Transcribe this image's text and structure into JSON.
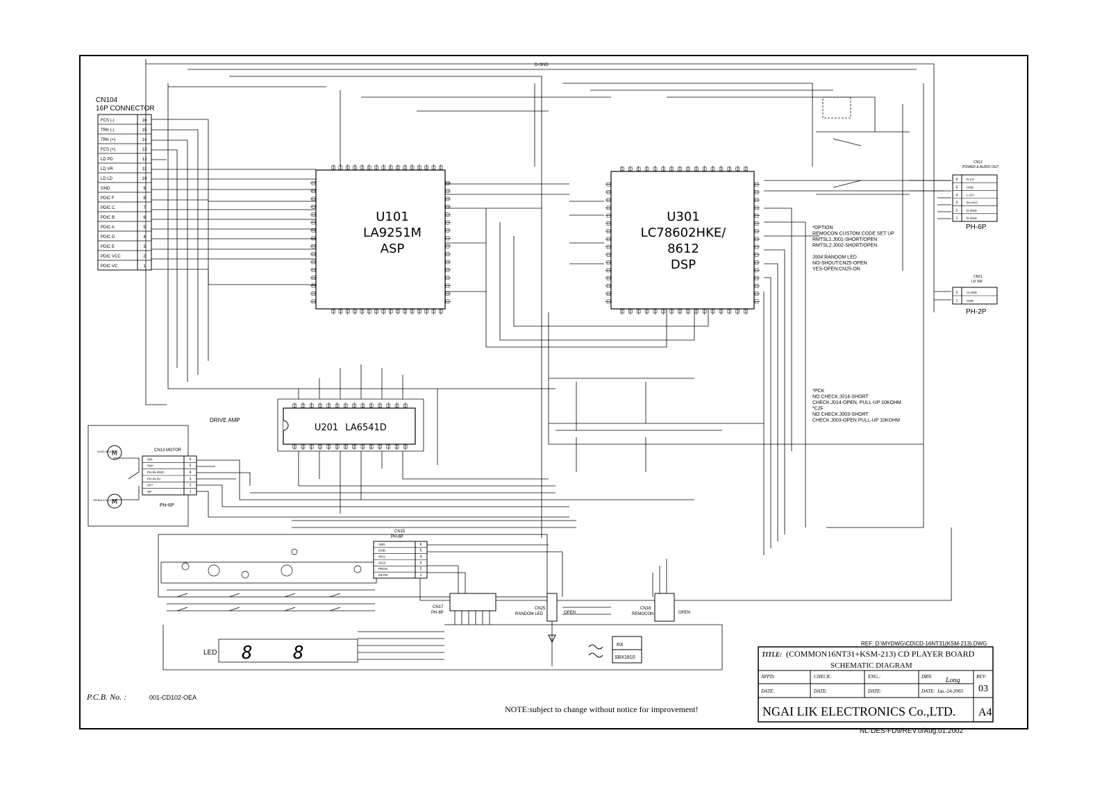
{
  "cn104": {
    "title": "CN104",
    "subtitle": "16P CONNECTOR",
    "pins": [
      {
        "label": "FCS (-)",
        "num": "16"
      },
      {
        "label": "TRK (-)",
        "num": "15"
      },
      {
        "label": "TRK (+)",
        "num": "14"
      },
      {
        "label": "FCS (+)",
        "num": "13"
      },
      {
        "label": "LD PD",
        "num": "12"
      },
      {
        "label": "LD VR",
        "num": "11"
      },
      {
        "label": "LD LD",
        "num": "10"
      },
      {
        "label": "GND",
        "num": "9"
      },
      {
        "label": "PDIC F",
        "num": "8"
      },
      {
        "label": "PDIC C",
        "num": "7"
      },
      {
        "label": "PDIC B",
        "num": "6"
      },
      {
        "label": "PDIC A",
        "num": "5"
      },
      {
        "label": "PDIC D",
        "num": "4"
      },
      {
        "label": "PDIC E",
        "num": "3"
      },
      {
        "label": "PDIC VCC",
        "num": "2"
      },
      {
        "label": "PDIC VC",
        "num": "1"
      }
    ]
  },
  "u101": {
    "ref": "U101",
    "part": "LA9251M",
    "func": "ASP"
  },
  "u301": {
    "ref": "U301",
    "part": "LC78602HKE/",
    "part2": "8612",
    "func": "DSP"
  },
  "u201": {
    "ref": "U201",
    "part": "LA6541D"
  },
  "labels": {
    "drive_amp": "DRIVE AMP",
    "cn13": "CN13 MOTOR",
    "ph6p_motor": "PH-6P",
    "sled_motor": "SLED MOTOR",
    "spindle_motor": "SPINDLE MOTOR",
    "cn15": "CN15",
    "cn15_sub": "PH-6P",
    "cn17": "CN17",
    "cn17_sub": "PH-8P",
    "cn25": "CN25",
    "cn25_sub": "RANDOM LED",
    "cn25_open": "OPEN",
    "cn18": "CN18",
    "cn18_sub": "REMOCON",
    "cn18_open": "OPEN",
    "led": "LED",
    "rx": "RX",
    "rx_part": "SBX1810",
    "d_gnd": "D-GND",
    "cn12_title": "CN12",
    "cn12_sub": "POWER & AUDIO OUT",
    "ph6p_right": "PH-6P",
    "ph2p_right": "PH-2P",
    "cn21": "CN21",
    "cn21_sub": "LD SW"
  },
  "cn12_pins": [
    {
      "num": "6",
      "label": "R-CH"
    },
    {
      "num": "5",
      "label": "GND"
    },
    {
      "num": "4",
      "label": "L-CH"
    },
    {
      "num": "3",
      "label": "8V-VCC"
    },
    {
      "num": "2",
      "label": "D-GND"
    },
    {
      "num": "1",
      "label": "D-GND"
    }
  ],
  "cn21_pins": [
    {
      "num": "2",
      "label": "CLOSE"
    },
    {
      "num": "1",
      "label": "GND"
    }
  ],
  "cn13_pins": [
    {
      "num": "6",
      "label": "SM-"
    },
    {
      "num": "5",
      "label": "SM+"
    },
    {
      "num": "4",
      "label": "PH-IN-GND"
    },
    {
      "num": "3",
      "label": "PH-IN-5V"
    },
    {
      "num": "2",
      "label": "SP+"
    },
    {
      "num": "1",
      "label": "SP-"
    }
  ],
  "cn15_pins": [
    {
      "num": "6",
      "label": "VDD"
    },
    {
      "num": "5",
      "label": "GND"
    },
    {
      "num": "4",
      "label": "SIG1"
    },
    {
      "num": "3",
      "label": "SIG2"
    },
    {
      "num": "2",
      "label": "PROG"
    },
    {
      "num": "1",
      "label": "KEYIN"
    }
  ],
  "notes": {
    "option": [
      "*OPTION",
      "REMOCON CUSTOM CODE SET UP",
      "RMTSL1:J001-SHORT/OPEN",
      "RMTSL2:J002-SHORT/OPEN.",
      "",
      "J004:RANDOM LED",
      "NO-SHOUT:CN25-OPEN",
      "YES-OPEN:CN25-ON"
    ],
    "pck": [
      "*PCK",
      "NO CHECK:J014-SHORT",
      "CHECK:J014-OPEN, PULL-UP 10KOHM",
      "*C2F",
      "NO CHECK:J003-SHORT",
      "CHECK:J003-OPEN PULL-UP 10KOHM"
    ]
  },
  "title_block": {
    "ref": "REF: D:\\MYDWG\\CD\\CD-16NT31(KSM-213).DWG",
    "title_label": "TITLE:",
    "title": "(COMMON16NT31+KSM-213) CD PLAYER BOARD",
    "subtitle": "SCHEMATIC   DIAGRAM",
    "appd": "APPD:",
    "check": "CHECK:",
    "eng": "ENG.:",
    "drn": "DRN.",
    "drn_sig": "Long",
    "rev_label": "REV:",
    "rev": "03",
    "date1": "DATE:",
    "date2": "DATE:",
    "date3": "DATE:",
    "date4": "DATE:",
    "date_val": "Jan.-24-2003",
    "company": "NGAI LIK ELECTRONICS Co.,LTD.",
    "size": "A4",
    "footer": "NL-DES-FD9/REV.0/Aug.01.2002"
  },
  "pcb_label": "P.C.B.  No.  :",
  "pcb_no": "001-CD102-OEA",
  "note": "NOTE:subject to change without notice for improvement!"
}
